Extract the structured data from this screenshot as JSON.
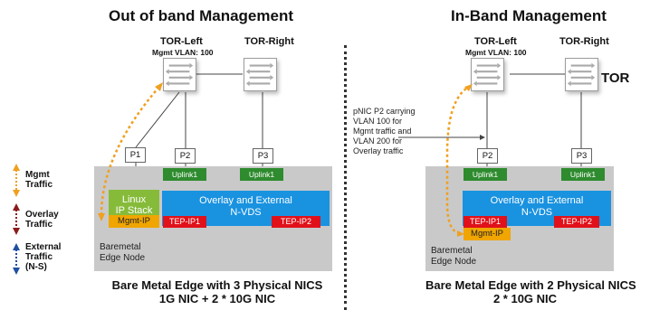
{
  "left": {
    "title": "Out of band Management",
    "tor_left": {
      "label": "TOR-Left",
      "sub": "Mgmt VLAN: 100"
    },
    "tor_right": {
      "label": "TOR-Right"
    },
    "ports": [
      "P1",
      "P2",
      "P3"
    ],
    "uplinks": [
      "Uplink1",
      "Uplink1"
    ],
    "linux_stack": "Linux\nIP Stack",
    "mgmt_ip": "Mgmt-IP",
    "nvds": "Overlay and External\nN-VDS",
    "tep1": "TEP-IP1",
    "tep2": "TEP-IP2",
    "edge_label": "Baremetal\nEdge Node",
    "caption_line1": "Bare Metal Edge with 3 Physical NICS",
    "caption_line2": "1G NIC + 2 * 10G NIC"
  },
  "right": {
    "title": "In-Band Management",
    "tor_left": {
      "label": "TOR-Left",
      "sub": "Mgmt VLAN: 100"
    },
    "tor_right": {
      "label": "TOR-Right"
    },
    "tor_big": "TOR",
    "ports": [
      "P2",
      "P3"
    ],
    "uplinks": [
      "Uplink1",
      "Uplink1"
    ],
    "annotation": "pNIC P2 carrying\nVLAN 100 for\nMgmt traffic and\nVLAN 200 for\nOverlay traffic",
    "nvds": "Overlay and External\nN-VDS",
    "tep1": "TEP-IP1",
    "tep2": "TEP-IP2",
    "mgmt_ip": "Mgmt-IP",
    "edge_label": "Baremetal\nEdge Node",
    "caption_line1": "Bare Metal Edge with 2 Physical NICS",
    "caption_line2": "2 * 10G NIC"
  },
  "legend": [
    {
      "label": "Mgmt\nTraffic",
      "color": "#f0a020"
    },
    {
      "label": "Overlay\nTraffic",
      "color": "#8b1a1a"
    },
    {
      "label": "External\nTraffic\n(N-S)",
      "color": "#1f4fa0"
    }
  ],
  "colors": {
    "uplink": "#2e8b2e",
    "nvds": "#1992e0",
    "tep": "#e0111a",
    "mgmt_ip": "#f0a500",
    "linux": "#86bb3a",
    "edge_box": "#c9c9c9"
  }
}
